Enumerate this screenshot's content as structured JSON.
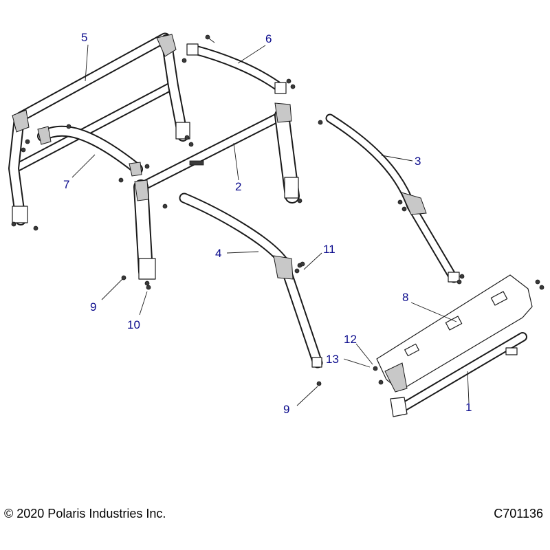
{
  "callouts": [
    {
      "id": "c5",
      "label": "5"
    },
    {
      "id": "c6",
      "label": "6"
    },
    {
      "id": "c3",
      "label": "3"
    },
    {
      "id": "c7",
      "label": "7"
    },
    {
      "id": "c2",
      "label": "2"
    },
    {
      "id": "c4",
      "label": "4"
    },
    {
      "id": "c11",
      "label": "11"
    },
    {
      "id": "c8",
      "label": "8"
    },
    {
      "id": "c9a",
      "label": "9"
    },
    {
      "id": "c10",
      "label": "10"
    },
    {
      "id": "c12",
      "label": "12"
    },
    {
      "id": "c13",
      "label": "13"
    },
    {
      "id": "c9b",
      "label": "9"
    },
    {
      "id": "c1",
      "label": "1"
    }
  ],
  "footer": {
    "copyright": "© 2020 Polaris Industries Inc.",
    "figure_id": "C701136"
  },
  "colors": {
    "callout": "#0a0a8c",
    "line": "#1a1a1a"
  }
}
